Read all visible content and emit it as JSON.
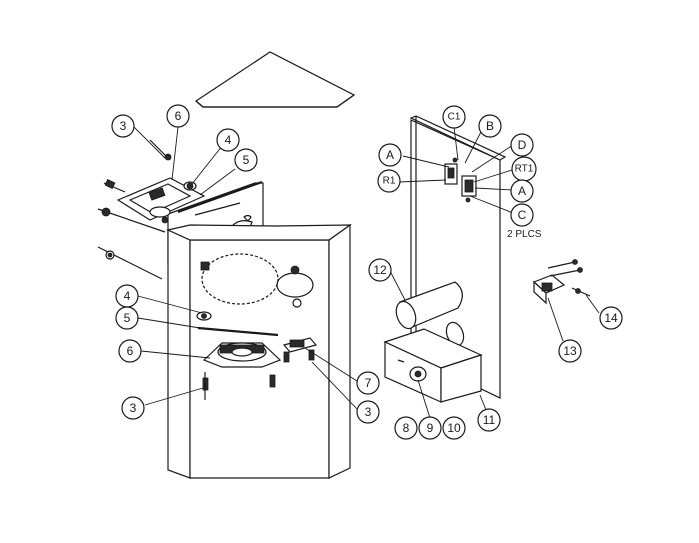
{
  "callouts": {
    "c3a": "3",
    "c6a": "6",
    "c4a": "4",
    "c5a": "5",
    "c4b": "4",
    "c5b": "5",
    "c6b": "6",
    "c3b": "3",
    "c7": "7",
    "c3c": "3",
    "c8": "8",
    "c9": "9",
    "c10": "10",
    "c11": "11",
    "c12": "12",
    "c13": "13",
    "c14": "14",
    "cA1": "A",
    "cR1": "R1",
    "cC1": "C1",
    "cB": "B",
    "cD": "D",
    "cRT1": "RT1",
    "cA2": "A",
    "cC": "C"
  },
  "notes": {
    "plcs": "2 PLCS"
  }
}
